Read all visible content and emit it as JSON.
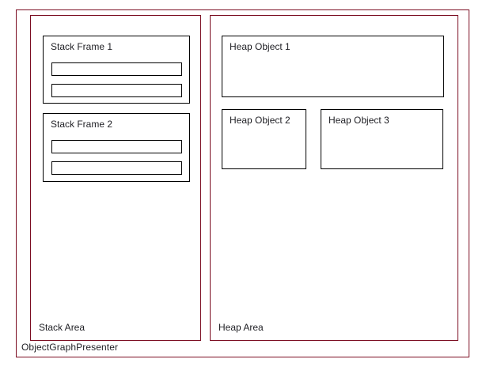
{
  "presenter": {
    "label": "ObjectGraphPresenter",
    "border_color": "#7b0c21"
  },
  "stack_area": {
    "label": "Stack Area",
    "frames": [
      {
        "title": "Stack Frame 1",
        "slots": [
          "",
          ""
        ]
      },
      {
        "title": "Stack Frame 2",
        "slots": [
          "",
          ""
        ]
      }
    ]
  },
  "heap_area": {
    "label": "Heap Area",
    "objects": [
      {
        "title": "Heap Object 1"
      },
      {
        "title": "Heap Object 2"
      },
      {
        "title": "Heap Object 3"
      }
    ]
  },
  "colors": {
    "frame_border": "#7b0c21",
    "box_border": "#000000",
    "text": "#1f1f24",
    "background": "#ffffff"
  }
}
